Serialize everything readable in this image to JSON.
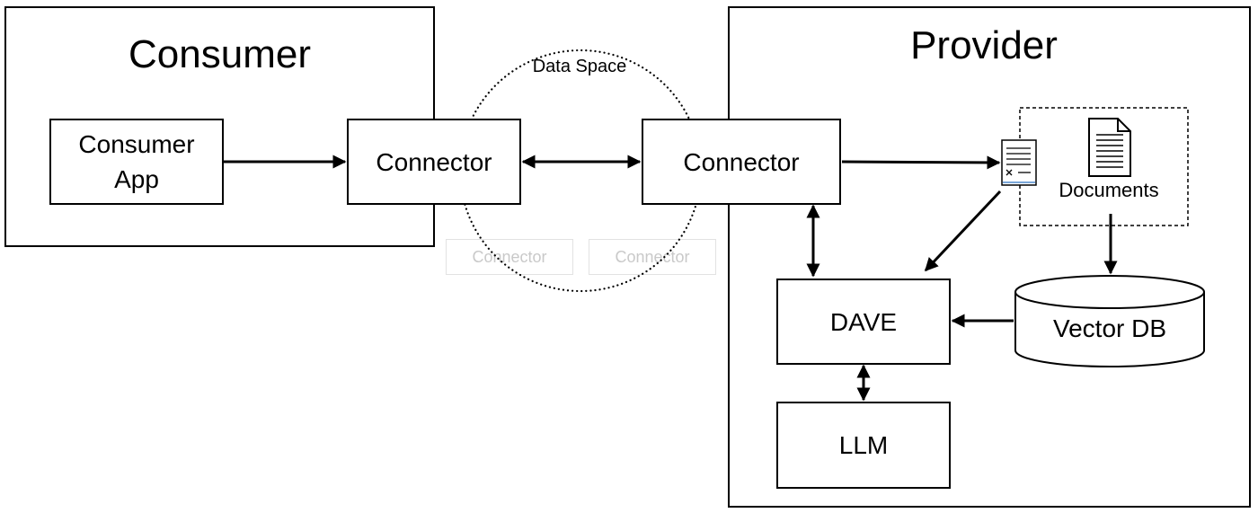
{
  "consumer": {
    "title": "Consumer",
    "app_label_line1": "Consumer",
    "app_label_line2": "App",
    "connector_label": "Connector"
  },
  "data_space": {
    "label": "Data Space",
    "member_connectors": [
      "Connector",
      "Connector"
    ]
  },
  "provider": {
    "title": "Provider",
    "connector_label": "Connector",
    "documents_label": "Documents",
    "vector_db_label": "Vector DB",
    "dave_label": "DAVE",
    "llm_label": "LLM"
  },
  "icons": {
    "policy_document": "policy-document-icon",
    "documents": "document-icon"
  }
}
